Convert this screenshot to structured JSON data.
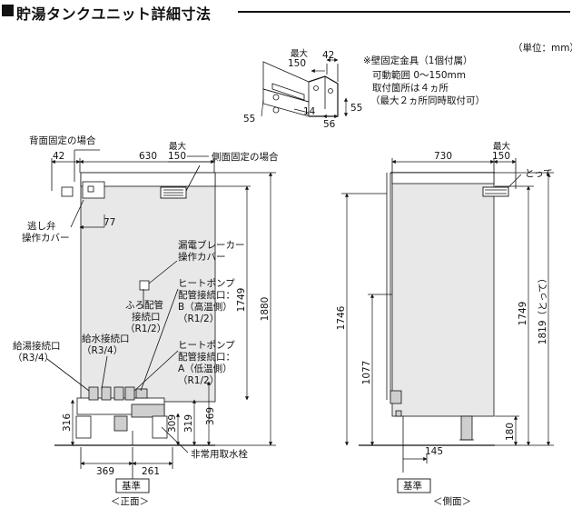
{
  "title": "貯湯タンクユニット詳細寸法",
  "unit_note": "（単位：mm）",
  "bracket": {
    "name": "※壁固定金具（1個付属）",
    "lines": [
      "可動範囲 0～150mm",
      "取付箇所は４ヵ所",
      "（最大２ヵ所同時取付可）"
    ],
    "dims": {
      "max_label": "最大",
      "max_value": "150",
      "d42": "42",
      "d55a": "55",
      "d14": "14",
      "d56": "56",
      "d55b": "55"
    }
  },
  "front": {
    "caption": "＜正面＞",
    "kijun": "基準",
    "rear_fix": "背面固定の場合",
    "side_fix": "側面固定の場合",
    "d42": "42",
    "d630": "630",
    "max_label": "最大",
    "d150": "150",
    "d77": "77",
    "relief_valve": [
      "逃し弁",
      "操作カバー"
    ],
    "leakage_breaker": [
      "漏電ブレーカー",
      "操作カバー"
    ],
    "bath_pipe": [
      "ふろ配管",
      "接続口",
      "（R1/2）"
    ],
    "hp_b": [
      "ヒートポンプ",
      "配管接続口：",
      "B（高温側）",
      "（R1/2）"
    ],
    "hp_a": [
      "ヒートポンプ",
      "配管接続口：",
      "A（低温側）",
      "（R1/2）"
    ],
    "supply_water": [
      "給水接続口",
      "（R3/4）"
    ],
    "hot_water": [
      "給湯接続口",
      "（R3/4）"
    ],
    "emergency": "非常用取水栓",
    "d1749": "1749",
    "d1880": "1880",
    "d316": "316",
    "d309": "309",
    "d319": "319",
    "d369v": "369",
    "d369h": "369",
    "d261": "261"
  },
  "side": {
    "caption": "＜側面＞",
    "kijun": "基準",
    "d730": "730",
    "max_label": "最大",
    "d150": "150",
    "totte": "とって",
    "d1746": "1746",
    "d1077": "1077",
    "d1749": "1749",
    "d1819": "1819（とって）",
    "d180": "180",
    "d145": "145"
  }
}
